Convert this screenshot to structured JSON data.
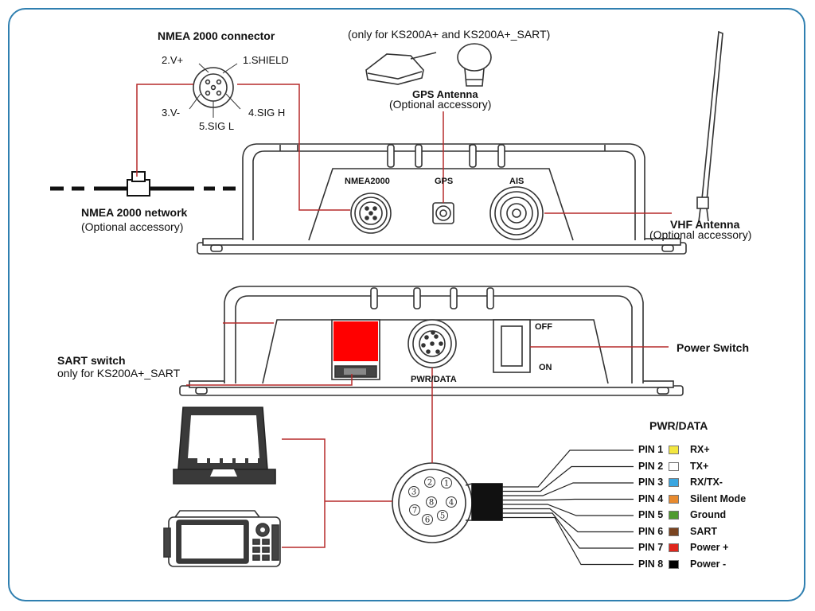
{
  "labels": {
    "nmea_connector_title": "NMEA 2000 connector",
    "pin_v_plus": "2.V+",
    "pin_shield": "1.SHIELD",
    "pin_v_minus": "3.V-",
    "pin_sig_h": "4.SIG H",
    "pin_sig_l": "5.SIG L",
    "gps_note": "(only for KS200A+ and KS200A+_SART)",
    "gps_antenna": "GPS Antenna",
    "gps_optional": "(Optional accessory)",
    "nmea_network": "NMEA 2000 network",
    "nmea_network_optional": "(Optional accessory)",
    "vhf_antenna": "VHF Antenna",
    "vhf_optional": "(Optional accessory)",
    "port_nmea": "NMEA2000",
    "port_gps": "GPS",
    "port_ais": "AIS",
    "sart_switch": "SART switch",
    "sart_note": "only for KS200A+_SART",
    "off": "OFF",
    "on": "ON",
    "pwr_data_port": "PWR/DATA",
    "power_switch": "Power Switch",
    "pwr_data_title": "PWR/DATA"
  },
  "pinout": [
    {
      "pin": "PIN 1",
      "color": "#f2e640",
      "signal": "RX+"
    },
    {
      "pin": "PIN 2",
      "color": "#ffffff",
      "signal": "TX+"
    },
    {
      "pin": "PIN 3",
      "color": "#3aa6e0",
      "signal": "RX/TX-"
    },
    {
      "pin": "PIN 4",
      "color": "#e88a2e",
      "signal": "Silent Mode"
    },
    {
      "pin": "PIN 5",
      "color": "#4f9a2f",
      "signal": "Ground"
    },
    {
      "pin": "PIN 6",
      "color": "#7a4420",
      "signal": "SART"
    },
    {
      "pin": "PIN 7",
      "color": "#e0261c",
      "signal": "Power +"
    },
    {
      "pin": "PIN 8",
      "color": "#000000",
      "signal": "Power -"
    }
  ],
  "connector_pins": [
    "1",
    "2",
    "3",
    "4",
    "5",
    "6",
    "7",
    "8"
  ],
  "colors": {
    "frame": "#2f7fb0",
    "wire": "#b52a2a",
    "sart_switch": "#ff0000"
  }
}
